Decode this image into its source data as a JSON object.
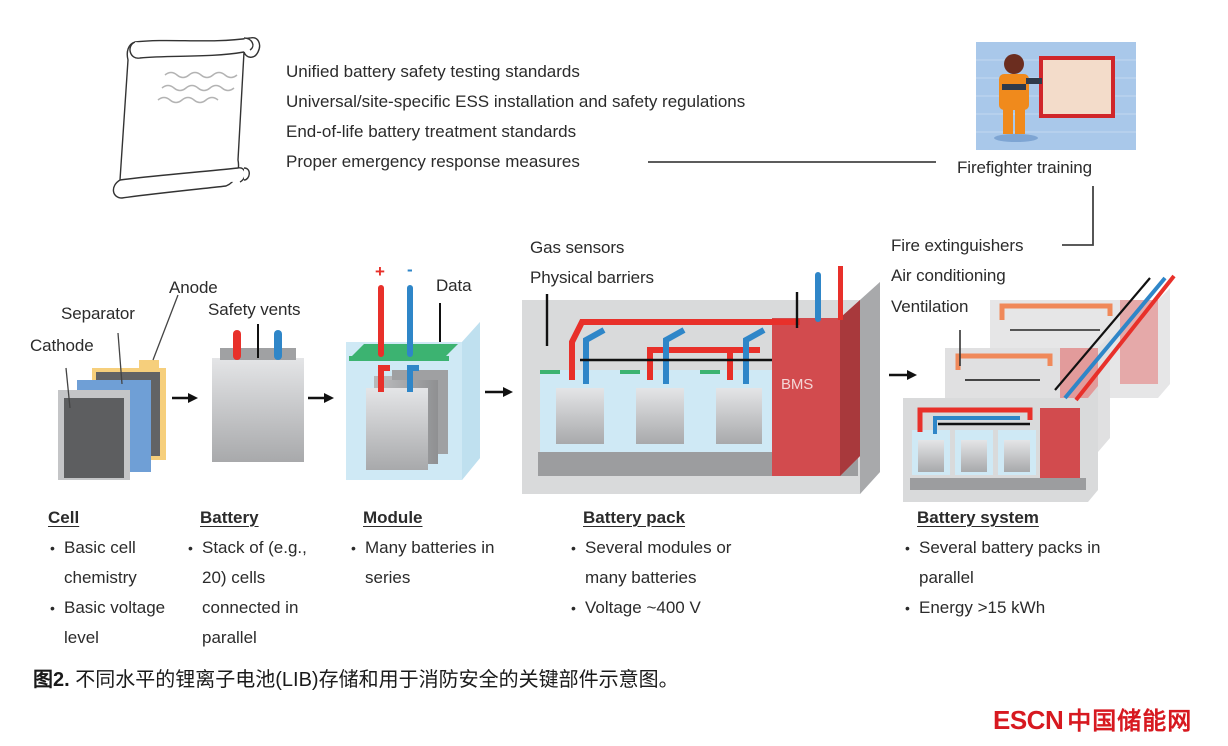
{
  "regulations": {
    "items": [
      "Unified battery safety testing standards",
      "Universal/site-specific ESS installation and safety regulations",
      "End-of-life battery treatment standards",
      "Proper emergency response measures"
    ]
  },
  "firefighter": {
    "label": "Firefighter training"
  },
  "labels": {
    "cathode": "Cathode",
    "separator": "Separator",
    "anode": "Anode",
    "safety_vents": "Safety vents",
    "plus": "+",
    "minus": "-",
    "data": "Data",
    "gas_sensors": "Gas sensors",
    "physical_barriers": "Physical barriers",
    "bms": "BMS",
    "fire_extinguishers": "Fire extinguishers",
    "air_conditioning": "Air conditioning",
    "ventilation": "Ventilation"
  },
  "levels": [
    {
      "title": "Cell",
      "bullets": [
        "Basic cell chemistry",
        "Basic voltage level"
      ]
    },
    {
      "title": "Battery",
      "bullets": [
        "Stack of (e.g., 20) cells connected in parallel"
      ]
    },
    {
      "title": "Module",
      "bullets": [
        "Many batteries in series"
      ]
    },
    {
      "title": "Battery pack",
      "bullets": [
        "Several modules or many batteries",
        "Voltage ~400 V"
      ]
    },
    {
      "title": "Battery system",
      "bullets": [
        "Several battery packs in parallel",
        "Energy >15 kWh"
      ]
    }
  ],
  "caption": {
    "figure_no": "图2.",
    "text": " 不同水平的锂离子电池(LIB)存储和用于消防安全的关键部件示意图。"
  },
  "watermark": {
    "latin": "ESCN",
    "chinese": "中国储能网"
  },
  "colors": {
    "positive": "#e8302a",
    "negative": "#2f86c8",
    "sensor_green": "#3cb371",
    "bms_red": "#d24b4e",
    "module_blue": "#cfe9f5",
    "anode_yellow": "#f6cf7c",
    "separator_blue": "#6f9fd6",
    "logo_red": "#d71920"
  }
}
